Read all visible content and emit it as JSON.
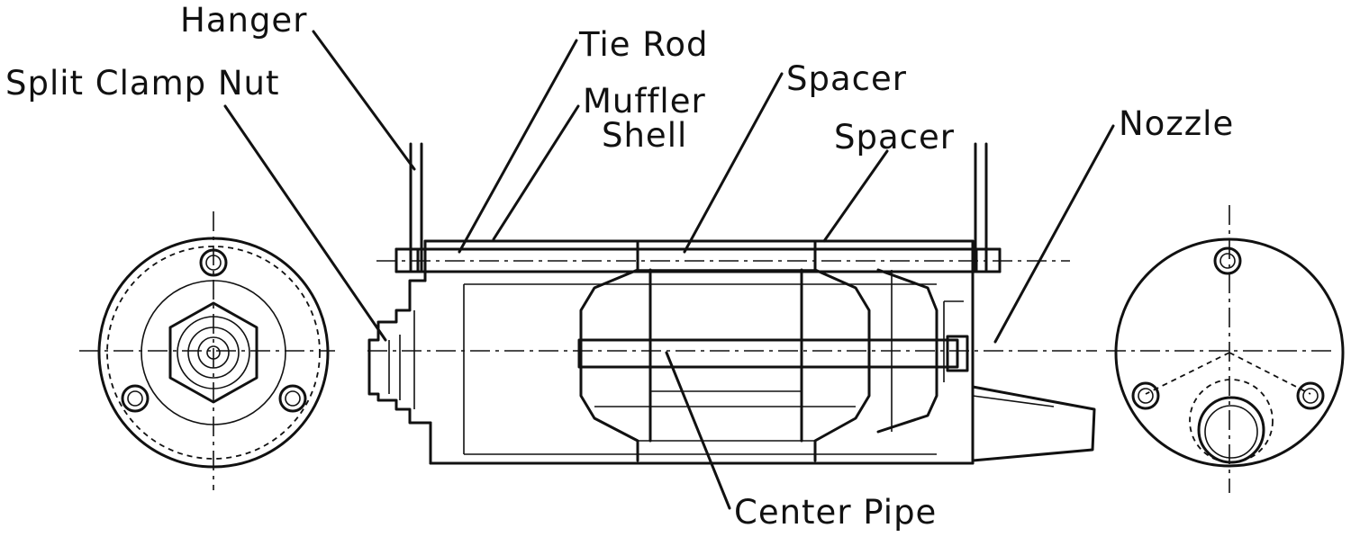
{
  "labels": {
    "hanger": "Hanger",
    "split_clamp_nut": "Split Clamp Nut",
    "tie_rod": "Tie Rod",
    "muffler_shell_line1": "Muffler",
    "muffler_shell_line2": "Shell",
    "spacer_1": "Spacer",
    "spacer_2": "Spacer",
    "nozzle": "Nozzle",
    "center_pipe": "Center Pipe"
  }
}
